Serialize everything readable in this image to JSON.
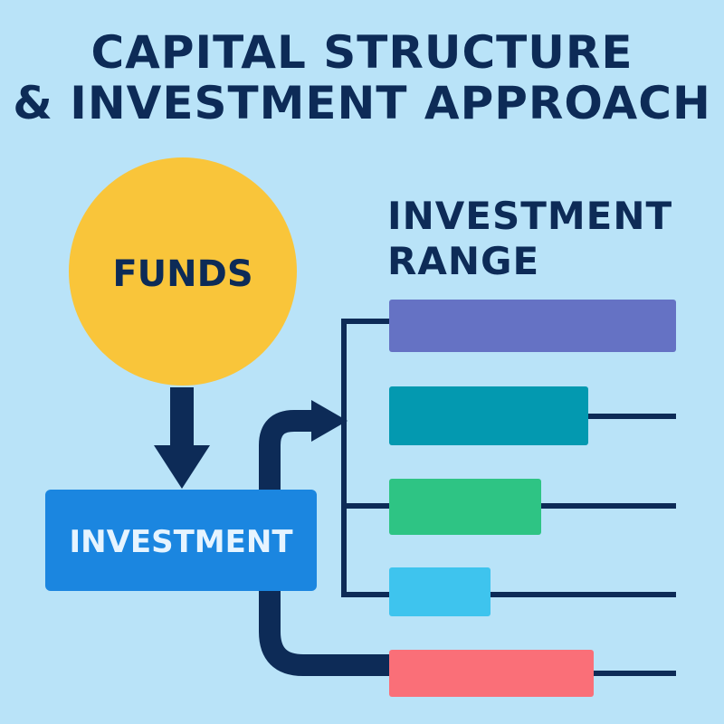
{
  "title": {
    "line1": "CAPITAL STRUCTURE",
    "line2": "& INVESTMENT APPROACH"
  },
  "funds": {
    "label": "FUNDS",
    "color": "#f9c53a",
    "text_color": "#0d2b57"
  },
  "investment": {
    "label": "INVESTMENT",
    "color": "#1b86e0",
    "text_color": "#e6f4ff"
  },
  "range": {
    "title_line1": "INVESTMENT",
    "title_line2": "RANGE",
    "bars": [
      {
        "color": "#6572c4"
      },
      {
        "color": "#0399b0"
      },
      {
        "color": "#2ec484"
      },
      {
        "color": "#3ec4ee"
      },
      {
        "color": "#fa6f78"
      }
    ]
  },
  "connector_color": "#0d2b57",
  "icons": [
    "down-arrow-icon",
    "right-arrow-icon"
  ]
}
